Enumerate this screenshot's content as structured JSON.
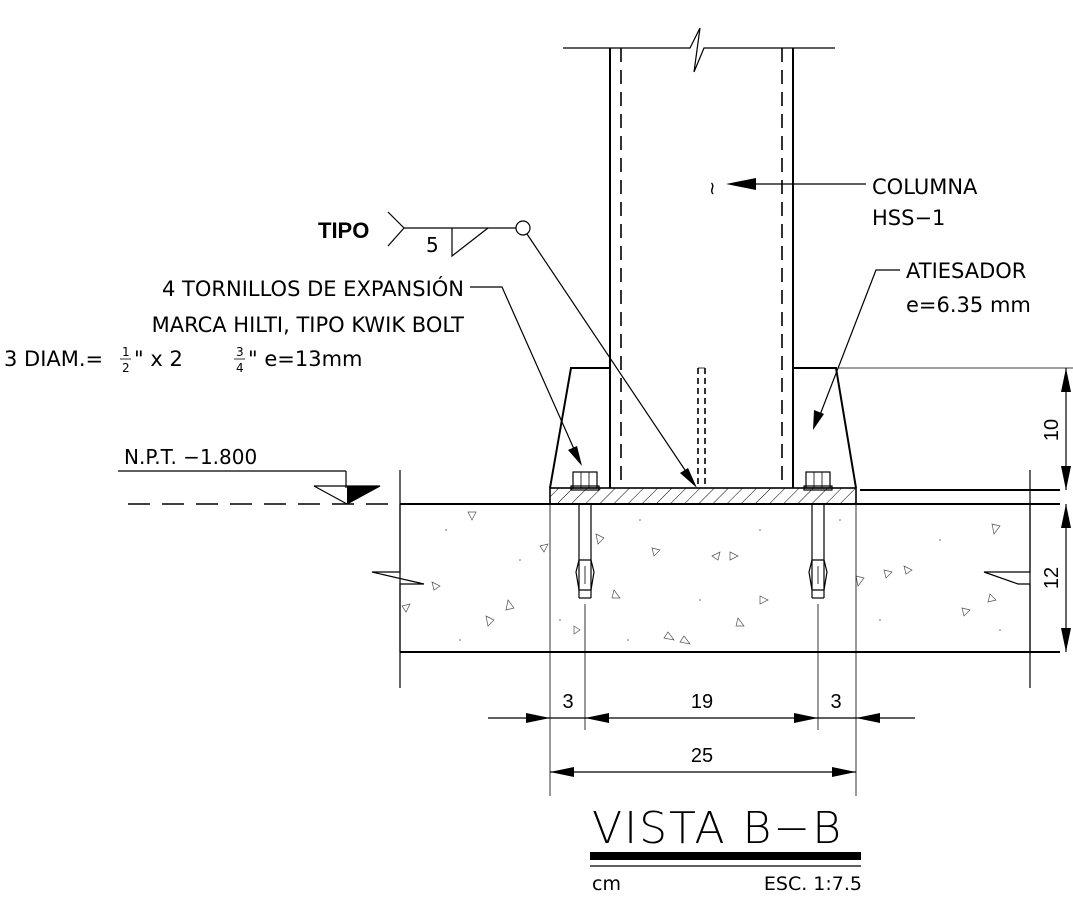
{
  "labels": {
    "tipo": "TIPO",
    "weld_size": "5",
    "bolts_line1": "4 TORNILLOS DE EXPANSIÓN",
    "bolts_line2": "MARCA HILTI, TIPO KWIK BOLT",
    "bolts_line3_prefix": "3 DIAM.=",
    "bolts_half_num": "1",
    "bolts_half_den": "2",
    "bolts_mid": "\" x 2",
    "bolts_frac_num": "3",
    "bolts_frac_den": "4",
    "bolts_end": "\"   e=13mm",
    "column_line1": "COLUMNA",
    "column_line2": "HSS−1",
    "stiffener_line1": "ATIESADOR",
    "stiffener_line2": "e=6.35  mm",
    "level": "N.P.T.  −1.800"
  },
  "dimensions": {
    "stiffener_height": "10",
    "slab_thickness": "12",
    "edge_left": "3",
    "bolt_spacing": "19",
    "edge_right": "3",
    "plate_width": "25"
  },
  "title": {
    "view": "VISTA  B−B",
    "units": "cm",
    "scale": "ESC.  1:7.5"
  }
}
